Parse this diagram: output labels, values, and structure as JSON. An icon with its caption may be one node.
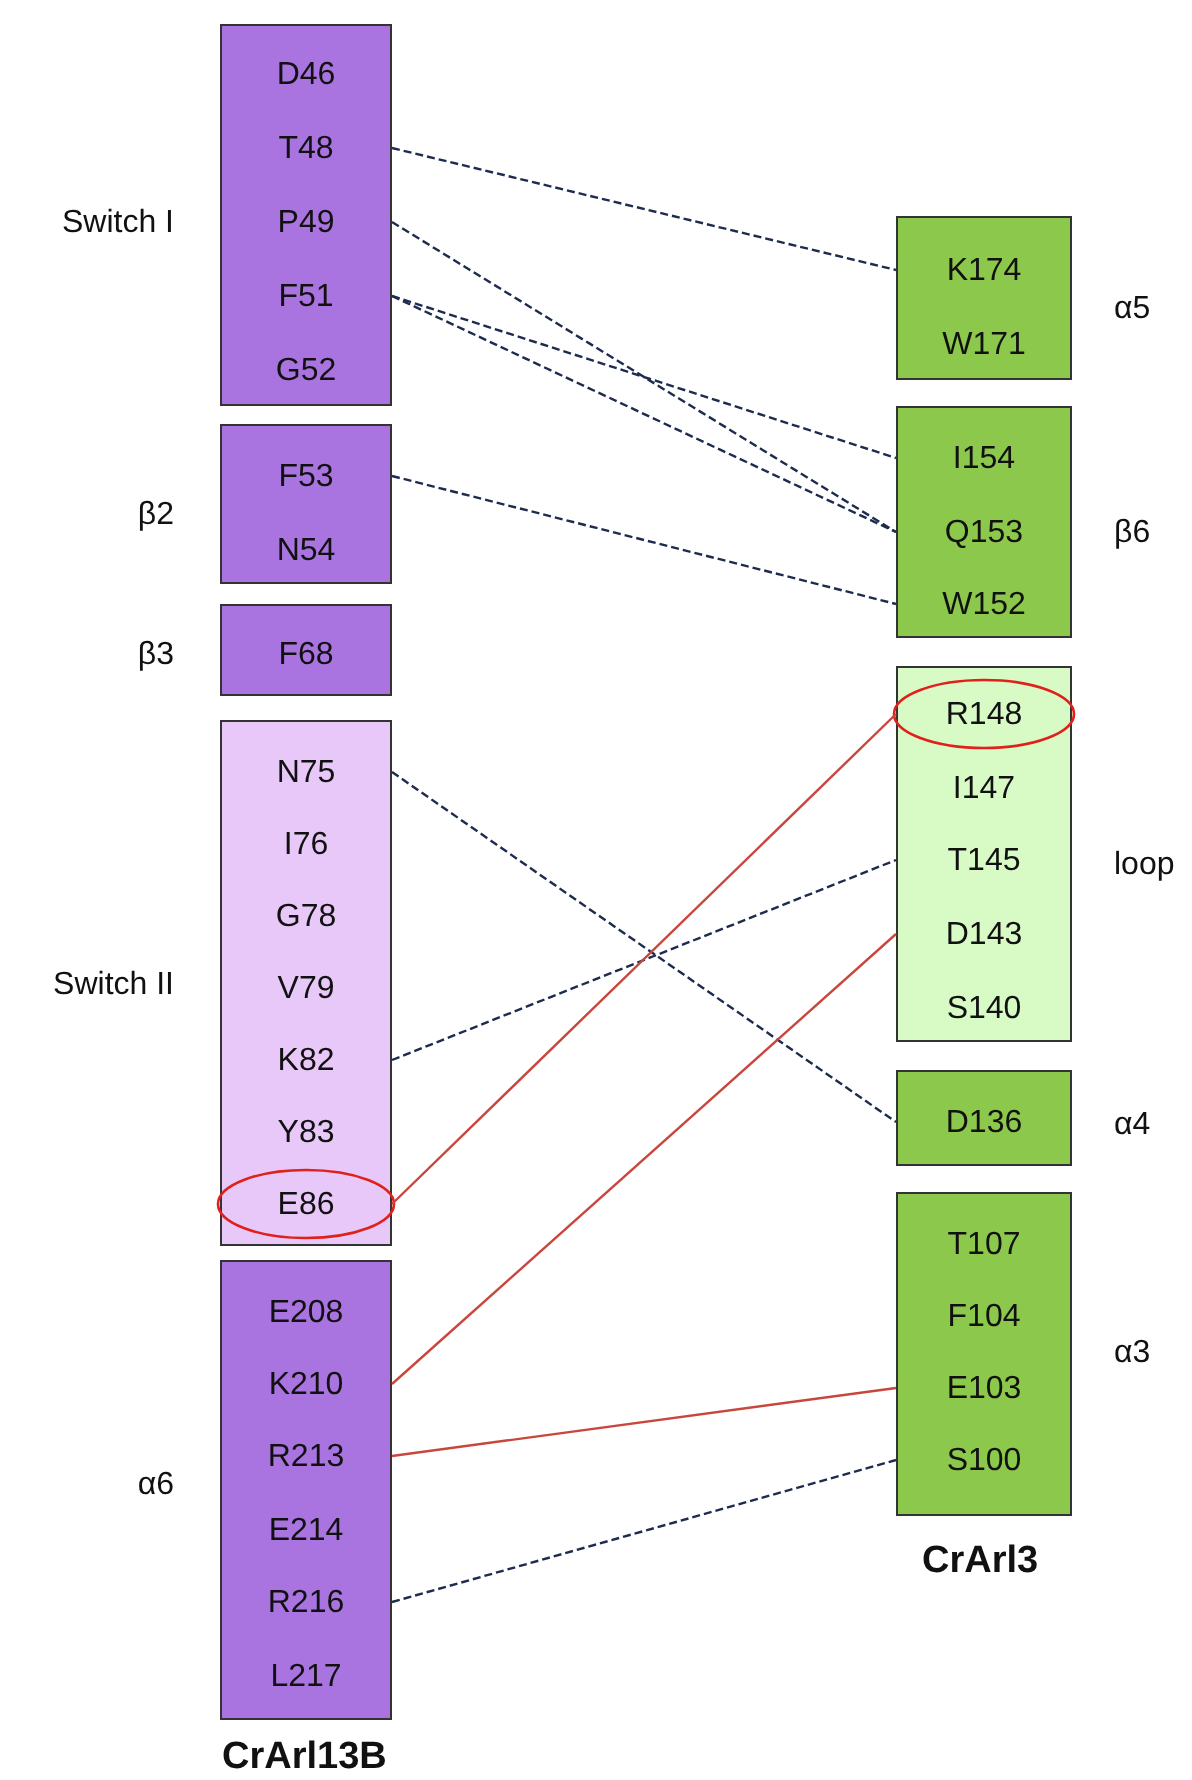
{
  "diagram": {
    "nodes": [
      {
        "text": [
          "Switch I"
        ]
      },
      {
        "text": [
          "D46"
        ],
        "in": 0
      },
      {
        "text": [
          "T48"
        ],
        "in": 0
      },
      {
        "text": [
          "P49"
        ],
        "in": 0
      },
      {
        "text": [
          "F51"
        ],
        "in": 0
      },
      {
        "text": [
          "G52"
        ],
        "in": 0
      },
      {
        "text": [
          "β2"
        ]
      },
      {
        "text": [
          "F53"
        ],
        "in": 6
      },
      {
        "text": [
          "N54"
        ],
        "in": 6
      },
      {
        "text": [
          "β3"
        ]
      },
      {
        "text": [
          "F68"
        ],
        "in": 9
      },
      {
        "text": [
          "Switch II"
        ]
      },
      {
        "text": [
          "N75"
        ],
        "in": 11
      },
      {
        "text": [
          "I76"
        ],
        "in": 11
      },
      {
        "text": [
          "G78"
        ],
        "in": 11
      },
      {
        "text": [
          "V79"
        ],
        "in": 11
      },
      {
        "text": [
          "K82"
        ],
        "in": 11
      },
      {
        "text": [
          "Y83"
        ],
        "in": 11
      },
      {
        "text": [
          "E86"
        ],
        "in": 11
      },
      {
        "text": [
          "α6"
        ]
      },
      {
        "text": [
          "E208"
        ],
        "in": 19
      },
      {
        "text": [
          "K210"
        ],
        "in": 19
      },
      {
        "text": [
          "R213"
        ],
        "in": 19
      },
      {
        "text": [
          "E214"
        ],
        "in": 19
      },
      {
        "text": [
          "R216"
        ],
        "in": 19
      },
      {
        "text": [
          "L217"
        ],
        "in": 19
      },
      {
        "text": [
          "α5"
        ]
      },
      {
        "text": [
          "K174"
        ],
        "in": 26
      },
      {
        "text": [
          "W171"
        ],
        "in": 26
      },
      {
        "text": [
          "β6"
        ]
      },
      {
        "text": [
          "I154"
        ],
        "in": 29
      },
      {
        "text": [
          "Q153"
        ],
        "in": 29
      },
      {
        "text": [
          "W152"
        ],
        "in": 29
      },
      {
        "text": [
          "loop"
        ]
      },
      {
        "text": [
          "R148"
        ],
        "in": 33
      },
      {
        "text": [
          "I147"
        ],
        "in": 33
      },
      {
        "text": [
          "T145"
        ],
        "in": 33
      },
      {
        "text": [
          "D143"
        ],
        "in": 33
      },
      {
        "text": [
          "S140"
        ],
        "in": 33
      },
      {
        "text": [
          "α4"
        ]
      },
      {
        "text": [
          "D136"
        ],
        "in": 39
      },
      {
        "text": [
          "α3"
        ]
      },
      {
        "text": [
          "T107"
        ],
        "in": 41
      },
      {
        "text": [
          "F104"
        ],
        "in": 41
      },
      {
        "text": [
          "E103"
        ],
        "in": 41
      },
      {
        "text": [
          "S100"
        ],
        "in": 41
      }
    ],
    "edges": [
      {
        "from": 2,
        "to": 27,
        "arrow": "none",
        "style": "dashed"
      },
      {
        "from": 3,
        "to": 31,
        "arrow": "none",
        "style": "dashed"
      },
      {
        "from": 4,
        "to": 30,
        "arrow": "none",
        "style": "dashed"
      },
      {
        "from": 4,
        "to": 31,
        "arrow": "none",
        "style": "dashed"
      },
      {
        "from": 7,
        "to": 32,
        "arrow": "none",
        "style": "dashed"
      },
      {
        "from": 12,
        "to": 40,
        "arrow": "none",
        "style": "dashed"
      },
      {
        "from": 16,
        "to": 36,
        "arrow": "none",
        "style": "dashed"
      },
      {
        "from": 18,
        "to": 34,
        "arrow": "none",
        "color": "#c9463d"
      },
      {
        "from": 21,
        "to": 37,
        "arrow": "none",
        "color": "#c9463d"
      },
      {
        "from": 22,
        "to": 44,
        "arrow": "none",
        "color": "#c9463d"
      },
      {
        "from": 24,
        "to": 45,
        "arrow": "none",
        "style": "dashed"
      }
    ],
    "labels": [
      "CrArl3",
      "CrArl13B"
    ]
  }
}
